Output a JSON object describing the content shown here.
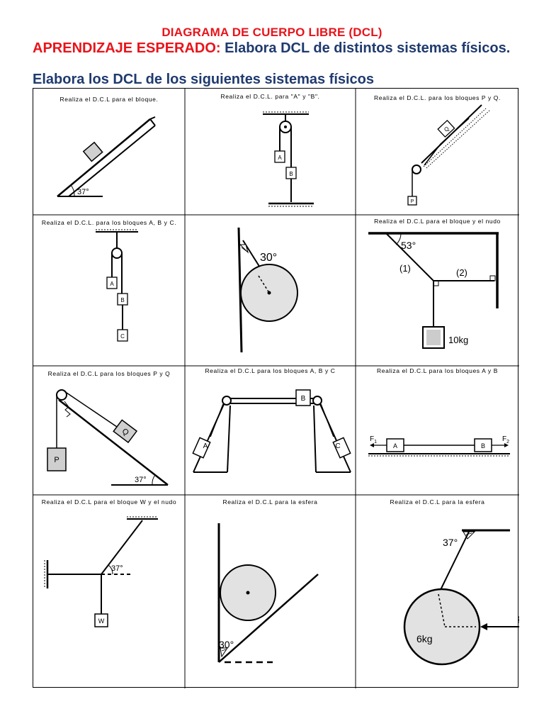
{
  "header": {
    "title": "DIAGRAMA DE CUERPO LIBRE (DCL)",
    "objective_label": "APRENDIZAJE ESPERADO:",
    "objective_text": "Elabora DCL de distintos sistemas físicos.",
    "instruction": "Elabora los DCL de los siguientes sistemas físicos"
  },
  "cells": [
    {
      "caption": "Realiza el D.C.L para el bloque.",
      "labels": {
        "angle": "37°"
      }
    },
    {
      "caption": "Realiza el D.C.L. para \"A\" y \"B\".",
      "labels": {
        "a": "A",
        "b": "B"
      }
    },
    {
      "caption": "Realiza el D.C.L. para los bloques P y Q.",
      "labels": {
        "q": "Q",
        "p": "P"
      }
    },
    {
      "caption": "Realiza el D.C.L. para los bloques A, B y C.",
      "labels": {
        "a": "A",
        "b": "B",
        "c": "C"
      }
    },
    {
      "caption": "",
      "labels": {
        "angle": "30°"
      }
    },
    {
      "caption": "Realiza el D.C.L para el bloque y el nudo",
      "labels": {
        "angle": "53°",
        "rope1": "(1)",
        "rope2": "(2)",
        "mass": "10kg"
      }
    },
    {
      "caption": "Realiza el D.C.L para los bloques P y Q",
      "labels": {
        "q": "Q",
        "p": "P",
        "angle": "37°"
      }
    },
    {
      "caption": "Realiza el D.C.L para los bloques A, B y C",
      "labels": {
        "a": "A",
        "b": "B",
        "c": "C"
      }
    },
    {
      "caption": "Realiza el D.C.L para los bloques A y B",
      "labels": {
        "f1": "F",
        "f1_sub": "1",
        "f2": "F",
        "f2_sub": "2",
        "a": "A",
        "b": "B"
      }
    },
    {
      "caption": "Realiza el D.C.L para el bloque W y el nudo",
      "labels": {
        "angle": "37°",
        "w": "W"
      }
    },
    {
      "caption": "Realiza el D.C.L para la esfera",
      "labels": {
        "angle": "30°"
      }
    },
    {
      "caption": "Realiza el D.C.L para la esfera",
      "labels": {
        "angle": "37°",
        "mass": "6kg",
        "force": "F"
      }
    }
  ]
}
